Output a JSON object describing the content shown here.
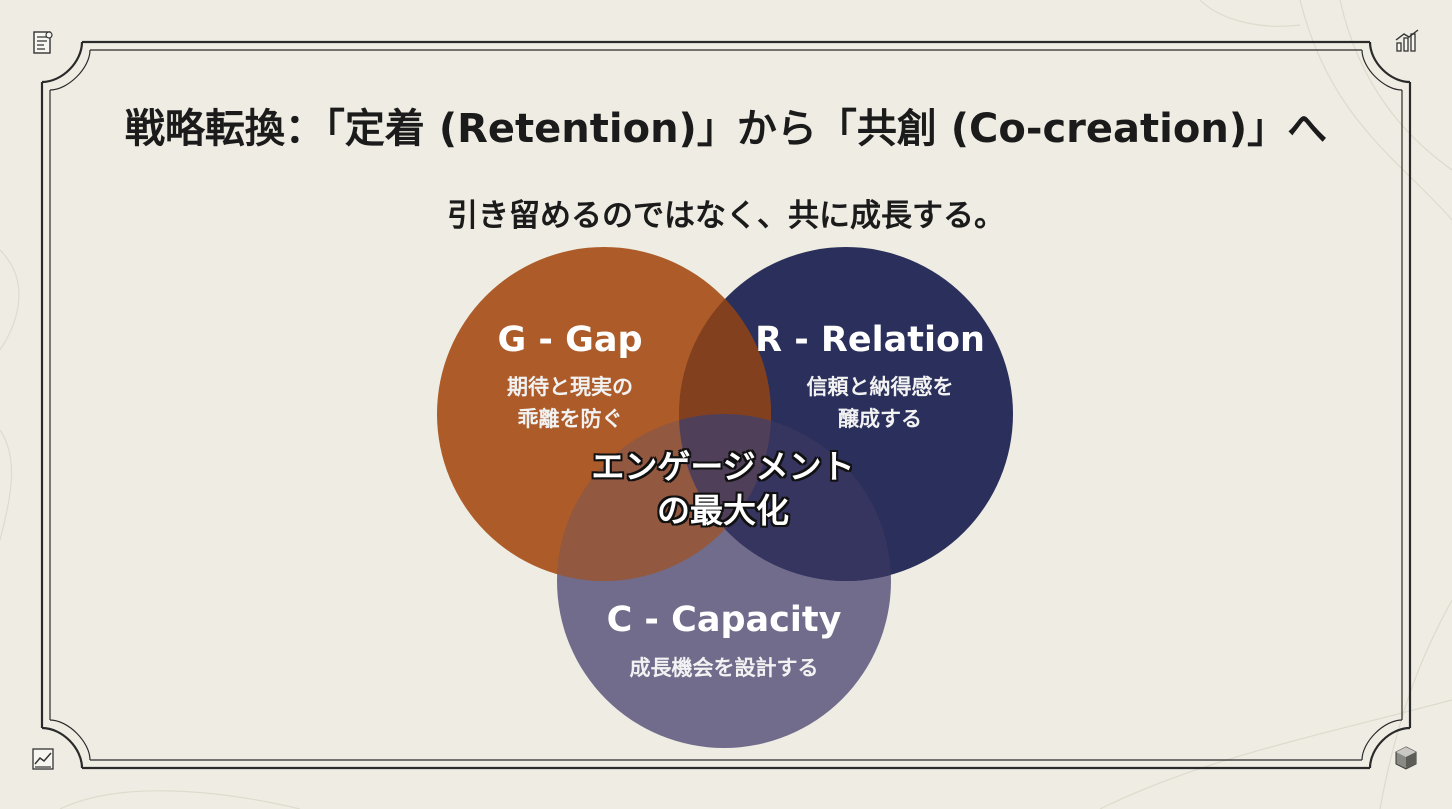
{
  "slide": {
    "title": "戦略転換：「定着 (Retention)」から「共創 (Co-creation)」へ",
    "subtitle": "引き留めるのではなく、共に成長する。"
  },
  "venn": {
    "circles": [
      {
        "key": "gap",
        "title": "G - Gap",
        "desc_line1": "期待と現実の",
        "desc_line2": "乖離を防ぐ",
        "color": "#a8531f"
      },
      {
        "key": "relation",
        "title": "R - Relation",
        "desc_line1": "信頼と納得感を",
        "desc_line2": "醸成する",
        "color": "#1f2653"
      },
      {
        "key": "capacity",
        "title": "C - Capacity",
        "desc": "成長機会を設計する",
        "color": "#6b6688"
      }
    ],
    "center_line1": "エンゲージメント",
    "center_line2": "の最大化"
  },
  "icons": {
    "top_left": "document-icon",
    "top_right": "bar-chart-icon",
    "bottom_left": "trend-chart-icon",
    "bottom_right": "cube-icon"
  }
}
